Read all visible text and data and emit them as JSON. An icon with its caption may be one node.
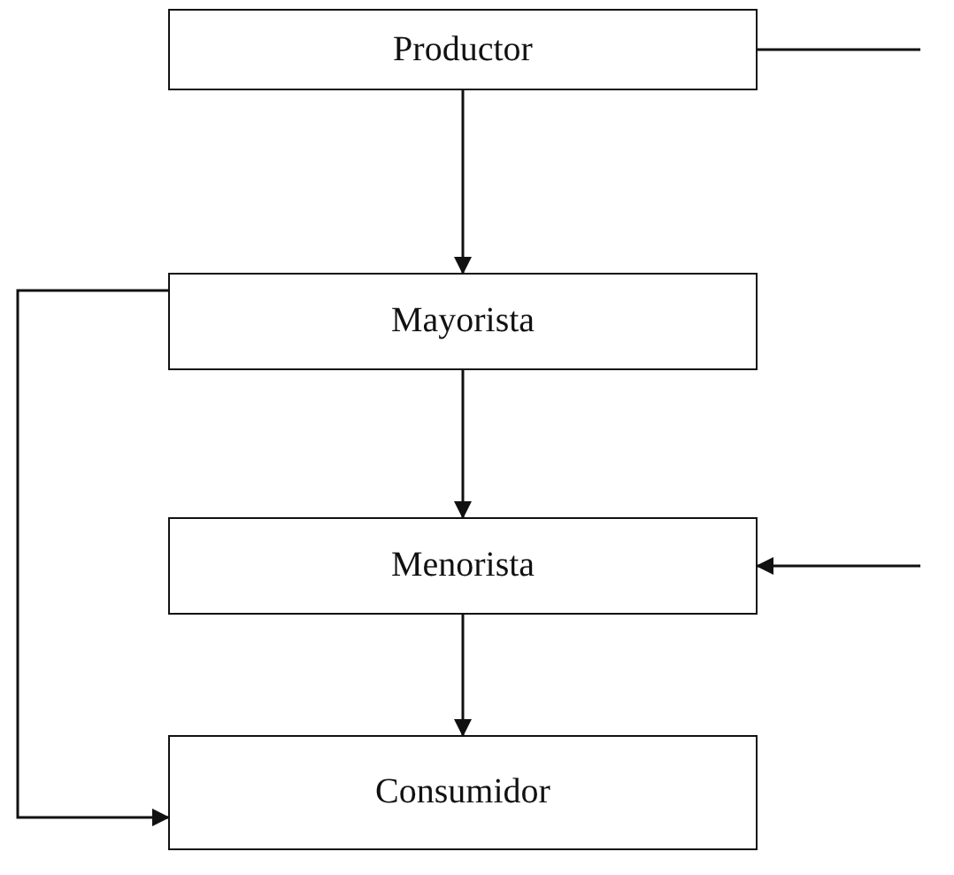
{
  "diagram": {
    "nodes": [
      {
        "text": [
          "Productor"
        ]
      },
      {
        "text": [
          "Mayorista"
        ]
      },
      {
        "text": [
          "Menorista"
        ]
      },
      {
        "text": [
          "Consumidor"
        ]
      }
    ],
    "edges": [
      {
        "from": 0,
        "to": 1,
        "arrow": "to"
      },
      {
        "from": 1,
        "to": 2,
        "arrow": "to"
      },
      {
        "from": 2,
        "to": 3,
        "arrow": "to"
      },
      {
        "from": 1,
        "to": 3,
        "arrow": "to"
      },
      {
        "from": 0,
        "to": null,
        "arrow": "none"
      },
      {
        "from": null,
        "to": 2,
        "arrow": "to"
      }
    ]
  }
}
